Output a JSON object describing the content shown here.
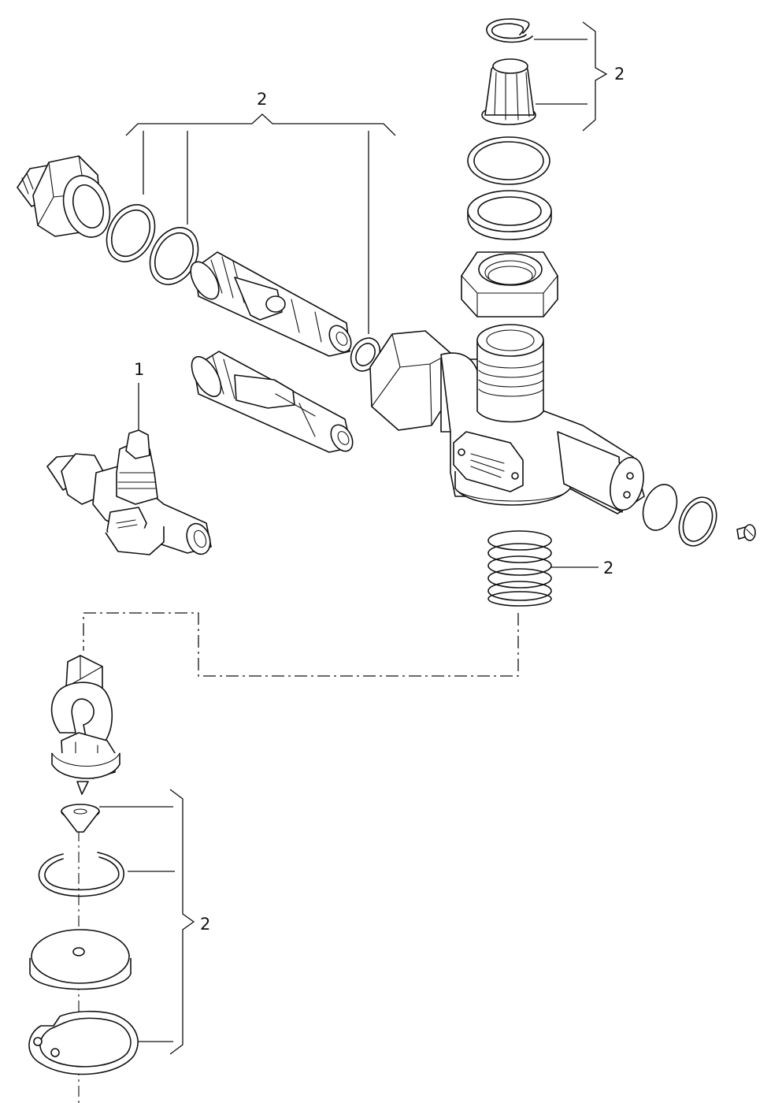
{
  "callouts": {
    "top_group_label": "2",
    "top_right_group_label": "2",
    "assembly_label": "1",
    "spring_label": "2",
    "bottom_group_label": "2"
  }
}
